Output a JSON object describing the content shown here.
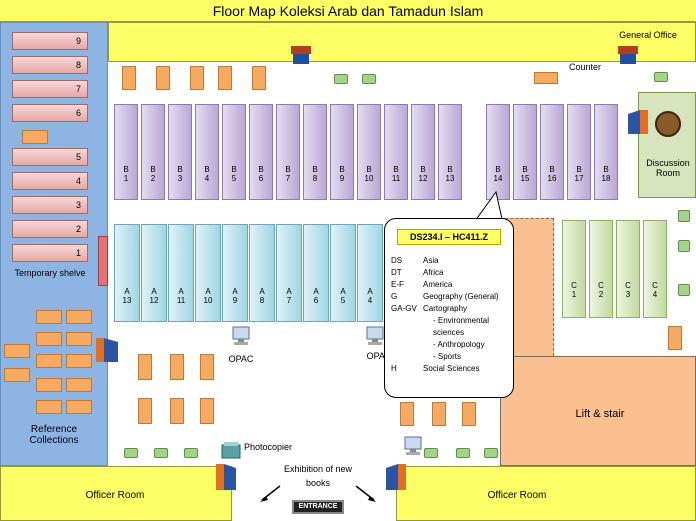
{
  "title": "Floor Map Koleksi Arab dan Tamadun Islam",
  "labels": {
    "general_office": "General Office",
    "counter": "Counter",
    "discussion_room": "Discussion Room",
    "temporary_shelve": "Temporary shelve",
    "reference_collections": "Reference Collections",
    "opac_left": "OPAC",
    "opac_right": "OPAC",
    "photocopier": "Photocopier",
    "exhibition": "Exhibition of new books",
    "entrance": "ENTRANCE",
    "officer_room_left": "Officer Room",
    "officer_room_right": "Officer Room",
    "lift_stair": "Lift & stair"
  },
  "temporary_shelves": [
    "9",
    "8",
    "7",
    "6",
    "5",
    "4",
    "3",
    "2",
    "1"
  ],
  "b_row_left": [
    "B\n1",
    "B\n2",
    "B\n3",
    "B\n4",
    "B\n5",
    "B\n6",
    "B\n7",
    "B\n8",
    "B\n9",
    "B\n10",
    "B\n11",
    "B\n12",
    "B\n13"
  ],
  "b_row_right": [
    "B\n14",
    "B\n15",
    "B\n16",
    "B\n17",
    "B\n18"
  ],
  "a_row": [
    "A\n13",
    "A\n12",
    "A\n11",
    "A\n10",
    "A\n9",
    "A\n8",
    "A\n7",
    "A\n6",
    "A\n5",
    "A\n4"
  ],
  "c_row": [
    "C\n1",
    "C\n2",
    "C\n3",
    "C\n4"
  ],
  "callout": {
    "heading": "DS234.I – HC411.Z",
    "rows": [
      {
        "code": "DS",
        "text": "Asia"
      },
      {
        "code": "DT",
        "text": "Africa"
      },
      {
        "code": "E-F",
        "text": "America"
      },
      {
        "code": "G",
        "text": "Geography (General)"
      },
      {
        "code": "GA-GV",
        "text": "Cartography"
      },
      {
        "code": "",
        "text": "- Environmental sciences"
      },
      {
        "code": "",
        "text": "- Anthropology"
      },
      {
        "code": "",
        "text": "- Sports"
      },
      {
        "code": "H",
        "text": "Social Sciences"
      }
    ]
  },
  "colors": {
    "yellow": "#ffff66",
    "blue_area": "#8eb4e3",
    "peach": "#fac090",
    "green_room": "#d7e4bd",
    "orange_table": "#f5a961",
    "chair": "#a6d38a"
  }
}
